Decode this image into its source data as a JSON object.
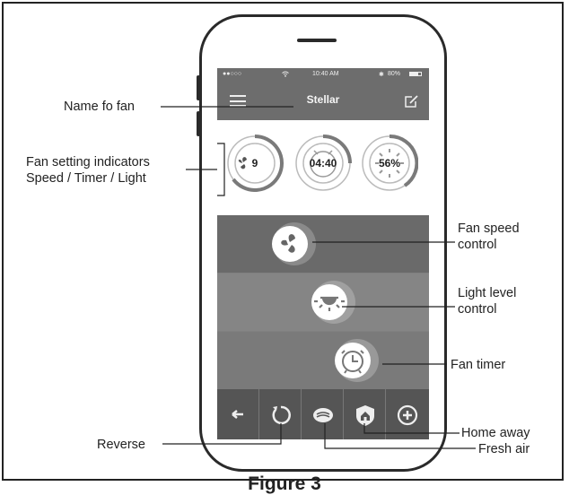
{
  "figure": {
    "caption": "Figure 3"
  },
  "status_bar": {
    "signal": "●●○○○",
    "time": "10:40 AM",
    "battery": "80%"
  },
  "header": {
    "fan_name": "Stellar"
  },
  "indicators": [
    {
      "name": "speed",
      "value": "9"
    },
    {
      "name": "timer",
      "value": "04:40"
    },
    {
      "name": "light",
      "value": "56%"
    }
  ],
  "callouts": {
    "name_of_fan": "Name fo fan",
    "fan_setting_1": "Fan setting indicators",
    "fan_setting_2": "Speed / Timer / Light",
    "fan_speed_1": "Fan speed",
    "fan_speed_2": "control",
    "light_level_1": "Light level",
    "light_level_2": "control",
    "fan_timer": "Fan timer",
    "reverse": "Reverse",
    "home_away": "Home away",
    "fresh_air": "Fresh air"
  },
  "colors": {
    "header": "#6d6d6d",
    "accent_ring": "#7a7a7a",
    "control_bg": "#8a8a8a"
  },
  "icons": [
    "menu-icon",
    "edit-icon",
    "fan-icon",
    "light-icon",
    "alarm-clock-icon",
    "back-arrow-icon",
    "reverse-icon",
    "fresh-air-icon",
    "home-away-icon",
    "add-icon"
  ]
}
